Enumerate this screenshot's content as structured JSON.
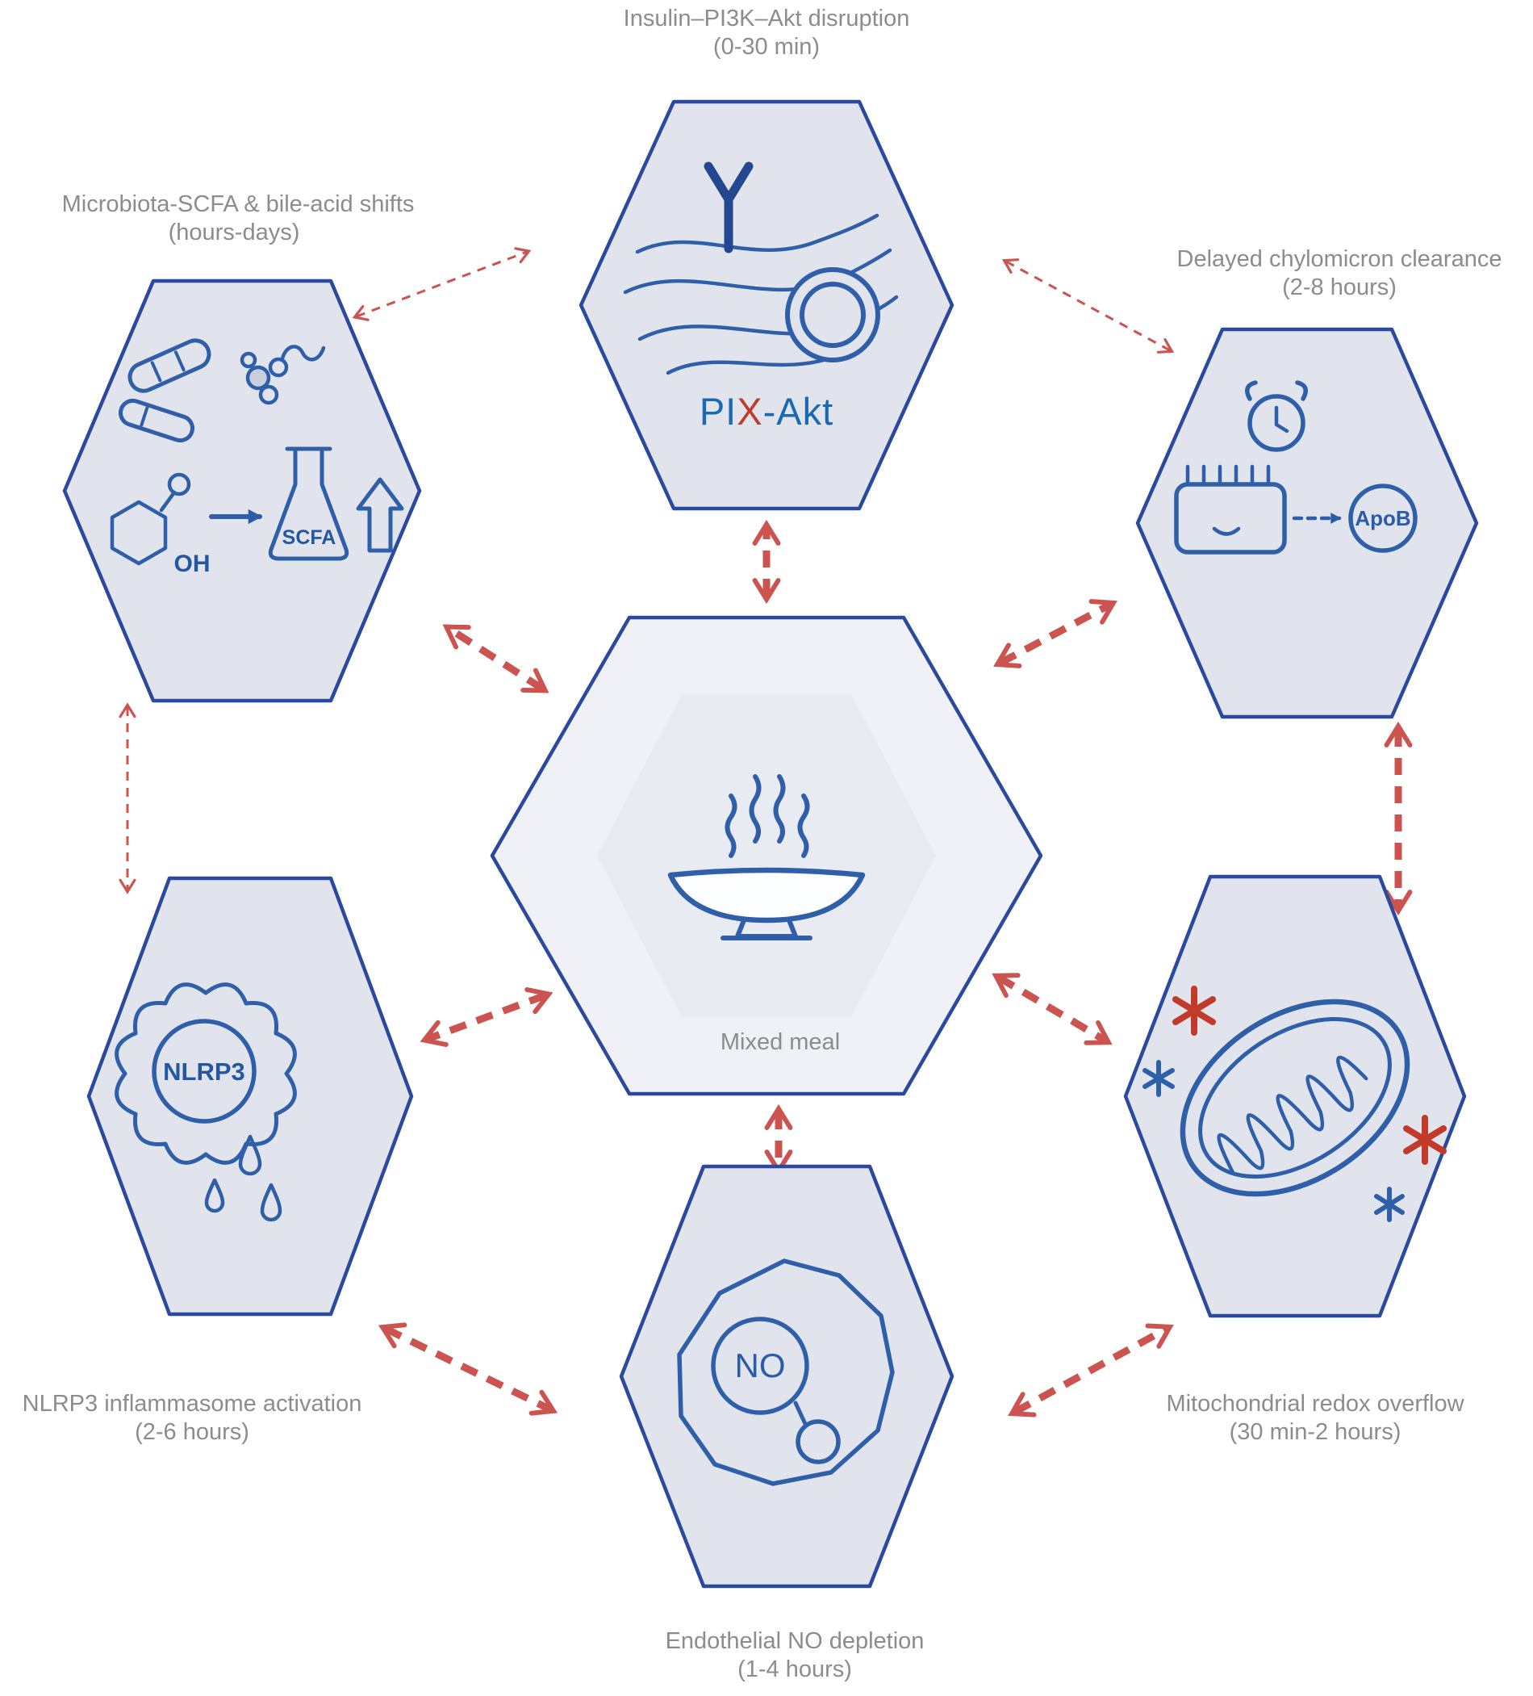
{
  "figure": {
    "center": {
      "label": "Mixed meal"
    },
    "nodes": {
      "insulin": {
        "title": "Insulin–PI3K–Akt disruption",
        "timing": "(0-30 min)",
        "icon": {
          "pi": "PI",
          "x": "X",
          "akt": "-Akt"
        }
      },
      "microbiota": {
        "title": "Microbiota-SCFA & bile-acid shifts",
        "timing": "(hours-days)",
        "icon": {
          "oh": "OH",
          "flask": "SCFA"
        }
      },
      "chylomicron": {
        "title": "Delayed chylomicron clearance",
        "timing": "(2-8 hours)",
        "icon": {
          "apob": "ApoB"
        }
      },
      "nlrp3": {
        "title": "NLRP3 inflammasome activation",
        "timing": "(2-6 hours)",
        "icon": {
          "label": "NLRP3"
        }
      },
      "mitochondrial": {
        "title": "Mitochondrial redox overflow",
        "timing": "(30 min-2 hours)"
      },
      "endothelial": {
        "title": "Endothelial NO depletion",
        "timing": "(1-4 hours)",
        "icon": {
          "label": "NO"
        }
      }
    },
    "colors": {
      "hexagon_fill": "#e1e4ed",
      "hexagon_fill_center": "#eff1f6",
      "hexagon_stroke": "#2b4a9e",
      "icon_stroke": "#2e5fa8",
      "arrow_red": "#cb5350",
      "accent_red": "#c23b2a",
      "label_gray": "#8c8c8c"
    }
  }
}
